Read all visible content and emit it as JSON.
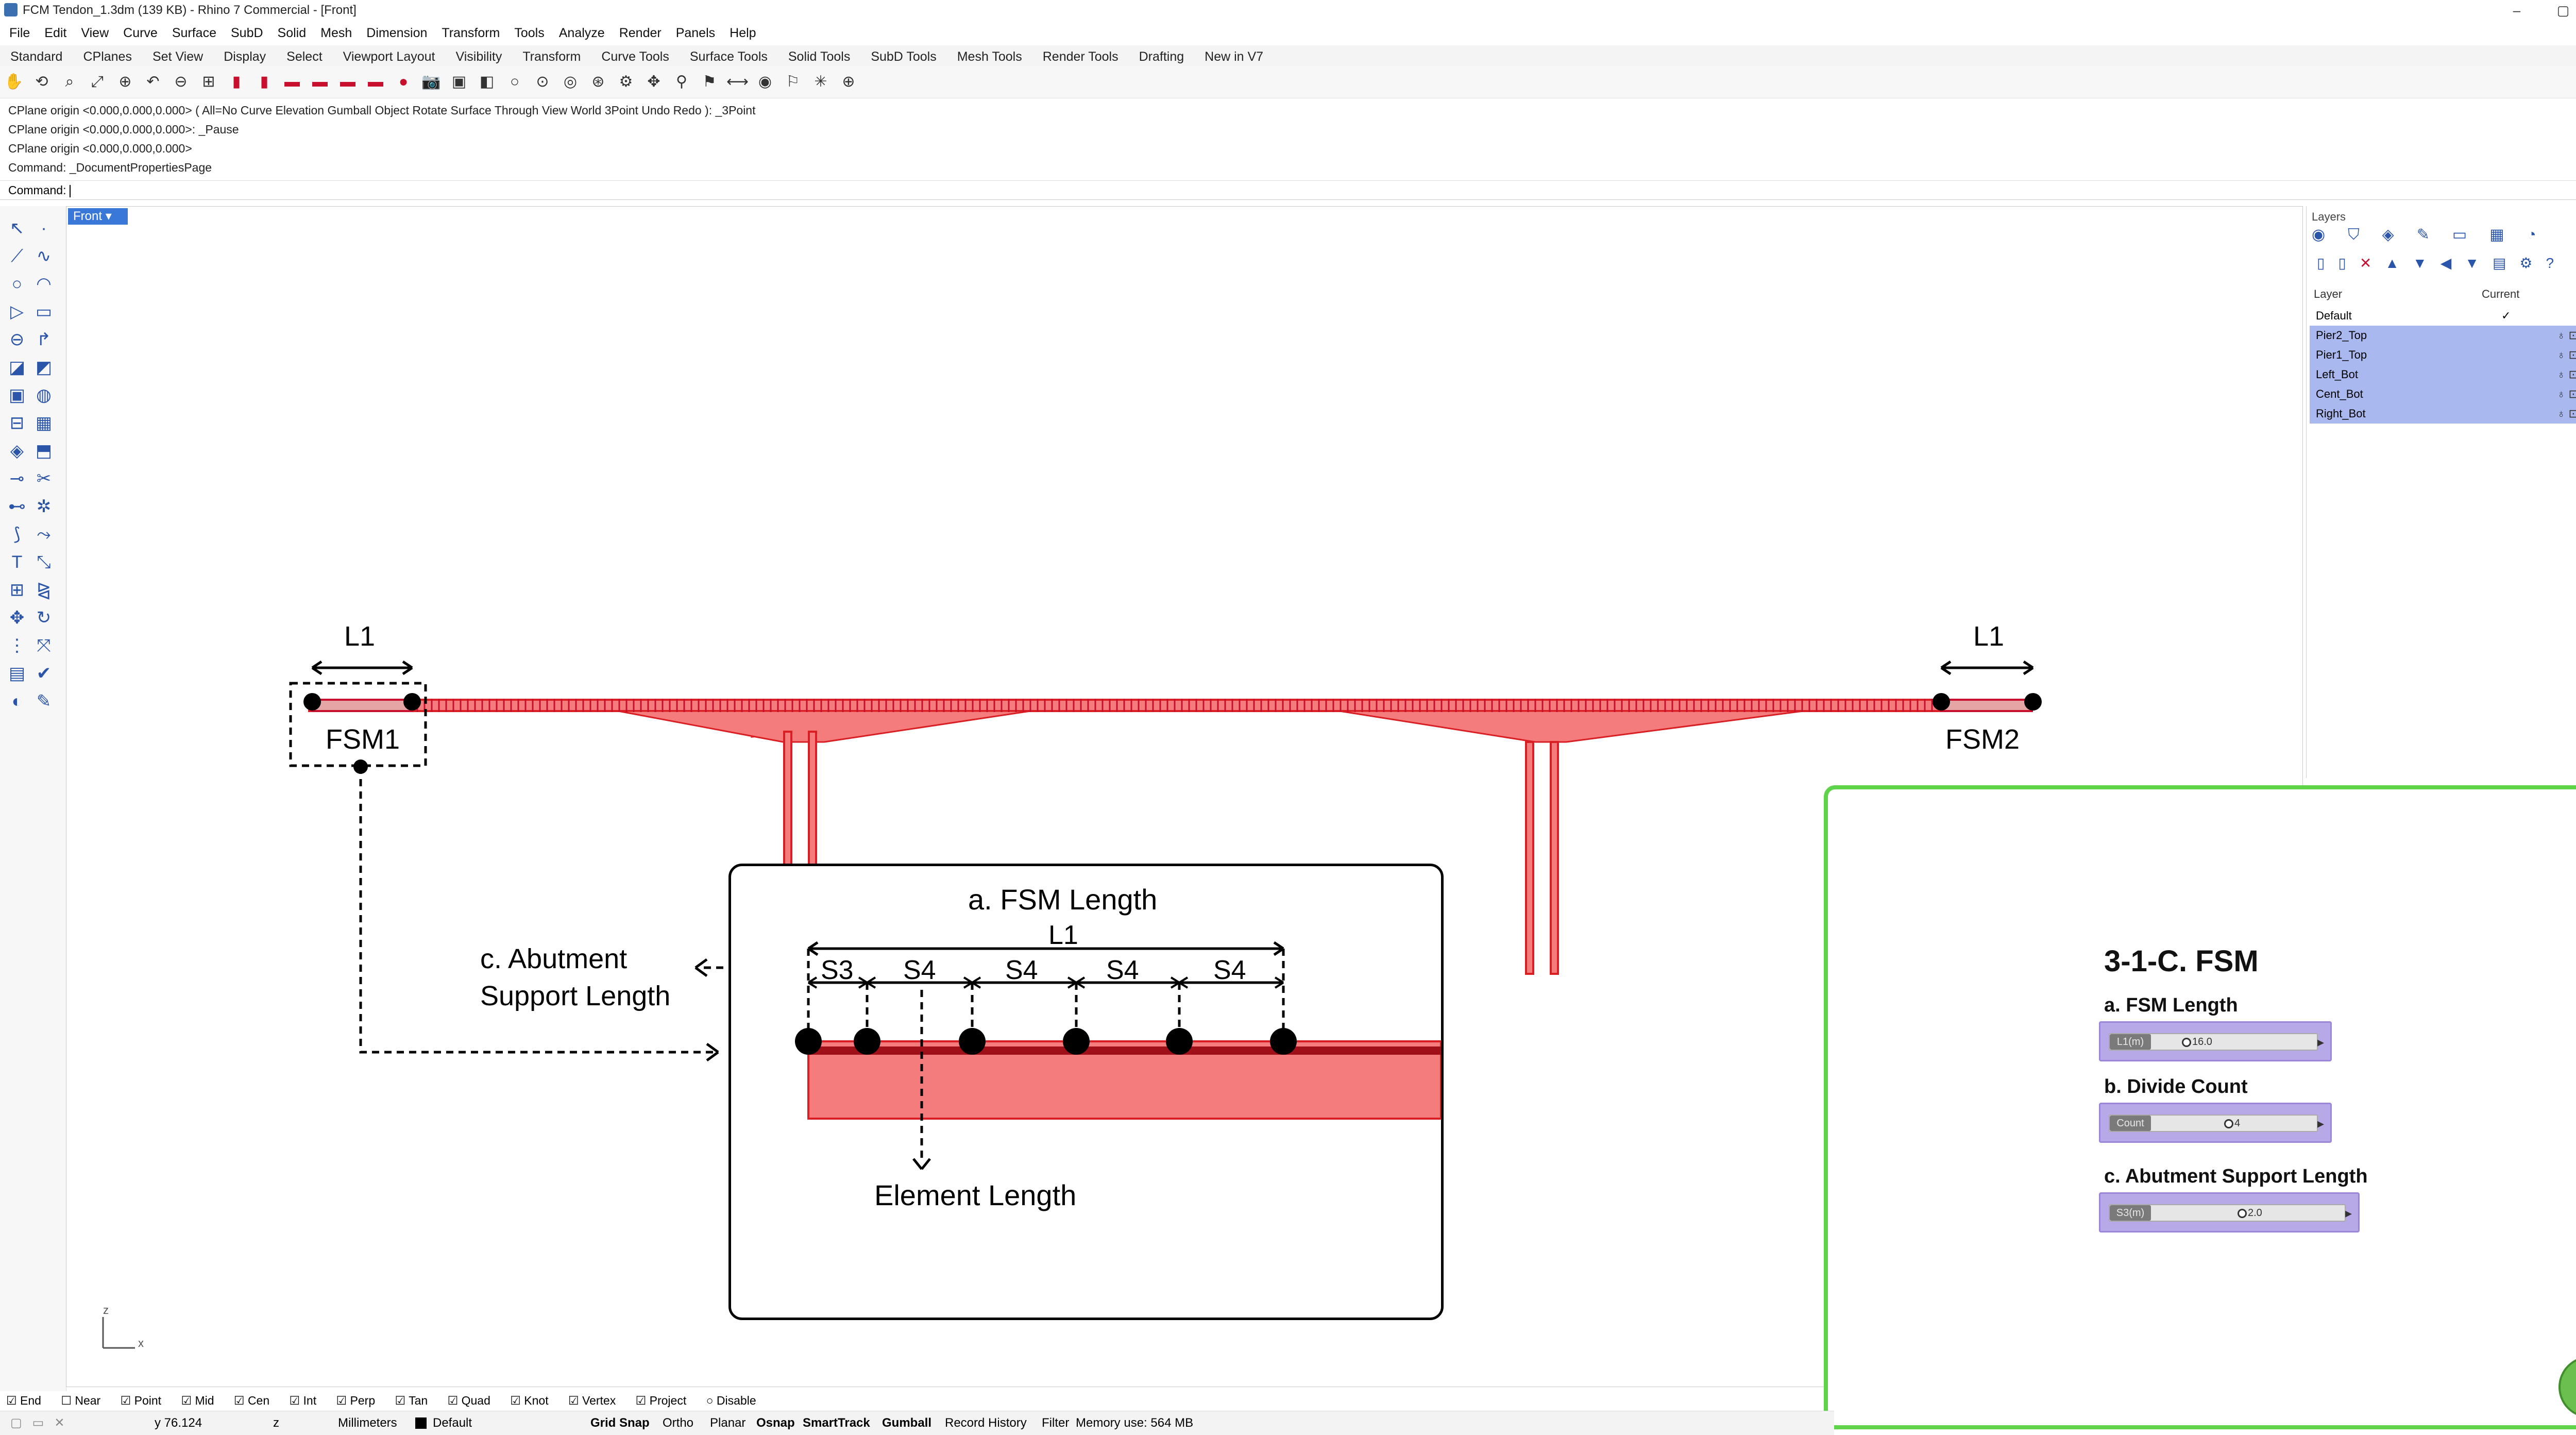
{
  "window": {
    "title": "FCM Tendon_1.3dm (139 KB) - Rhino 7 Commercial - [Front]",
    "minimize": "–",
    "maximize": "▢",
    "close": "✕"
  },
  "menu": [
    "File",
    "Edit",
    "View",
    "Curve",
    "Surface",
    "SubD",
    "Solid",
    "Mesh",
    "Dimension",
    "Transform",
    "Tools",
    "Analyze",
    "Render",
    "Panels",
    "Help"
  ],
  "tabs": [
    "Standard",
    "CPlanes",
    "Set View",
    "Display",
    "Select",
    "Viewport Layout",
    "Visibility",
    "Transform",
    "Curve Tools",
    "Surface Tools",
    "Solid Tools",
    "SubD Tools",
    "Mesh Tools",
    "Render Tools",
    "Drafting",
    "New in V7"
  ],
  "command_history": [
    "CPlane origin <0.000,0.000,0.000> ( All=No  Curve  Elevation  Gumball  Object  Rotate  Surface  Through  View  World  3Point  Undo  Redo ): _3Point",
    "CPlane origin <0.000,0.000,0.000>: _Pause",
    "CPlane origin <0.000,0.000,0.000>",
    "Command: _DocumentPropertiesPage"
  ],
  "command_prompt": "Command:",
  "viewport": {
    "name": "Front",
    "axis_z": "z",
    "axis_x": "x"
  },
  "layers_panel": {
    "title": "Layers",
    "header_layer": "Layer",
    "header_current": "Current",
    "rows": [
      {
        "name": "Default",
        "current": "✓",
        "selected": false
      },
      {
        "name": "Pier2_Top",
        "current": "",
        "selected": true
      },
      {
        "name": "Pier1_Top",
        "current": "",
        "selected": true
      },
      {
        "name": "Left_Bot",
        "current": "",
        "selected": true
      },
      {
        "name": "Cent_Bot",
        "current": "",
        "selected": true
      },
      {
        "name": "Right_Bot",
        "current": "",
        "selected": true
      }
    ]
  },
  "annotations": {
    "l1_left": "L1",
    "l1_right": "L1",
    "fsm1": "FSM1",
    "fsm2": "FSM2",
    "abutment_line1": "c. Abutment",
    "abutment_line2": "Support Length",
    "inset_title": "a. FSM Length",
    "inset_l1": "L1",
    "seg_s3": "S3",
    "seg_s4": [
      "S4",
      "S4",
      "S4",
      "S4"
    ],
    "element_length": "Element Length"
  },
  "fsm_panel": {
    "title": "3-1-C. FSM",
    "fsm_length_label": "a. FSM Length",
    "fsm_length_tag": "L1(m)",
    "fsm_length_value": "16.0",
    "divide_count_label": "b. Divide Count",
    "divide_count_tag": "Count",
    "divide_count_value": "4",
    "abutment_label": "c. Abutment Support Length",
    "abutment_tag": "S3(m)",
    "abutment_value": "2.0"
  },
  "osnap": [
    "End",
    "Near",
    "Point",
    "Mid",
    "Cen",
    "Int",
    "Perp",
    "Tan",
    "Quad",
    "Knot",
    "Vertex",
    "Project",
    "Disable"
  ],
  "status": {
    "y": "y 76.124",
    "z": "z",
    "units": "Millimeters",
    "layer": "Default",
    "toggles": [
      "Grid Snap",
      "Ortho",
      "Planar",
      "Osnap",
      "SmartTrack",
      "Gumball",
      "Record History",
      "Filter"
    ],
    "memory": "Memory use: 564 MB"
  },
  "colors": {
    "accent": "#3a78d8",
    "bridge": "#e8474a",
    "bridge_fill": "#f47c7c",
    "panel_border": "#5fd34a",
    "slider_bg": "#b7a8e8"
  }
}
